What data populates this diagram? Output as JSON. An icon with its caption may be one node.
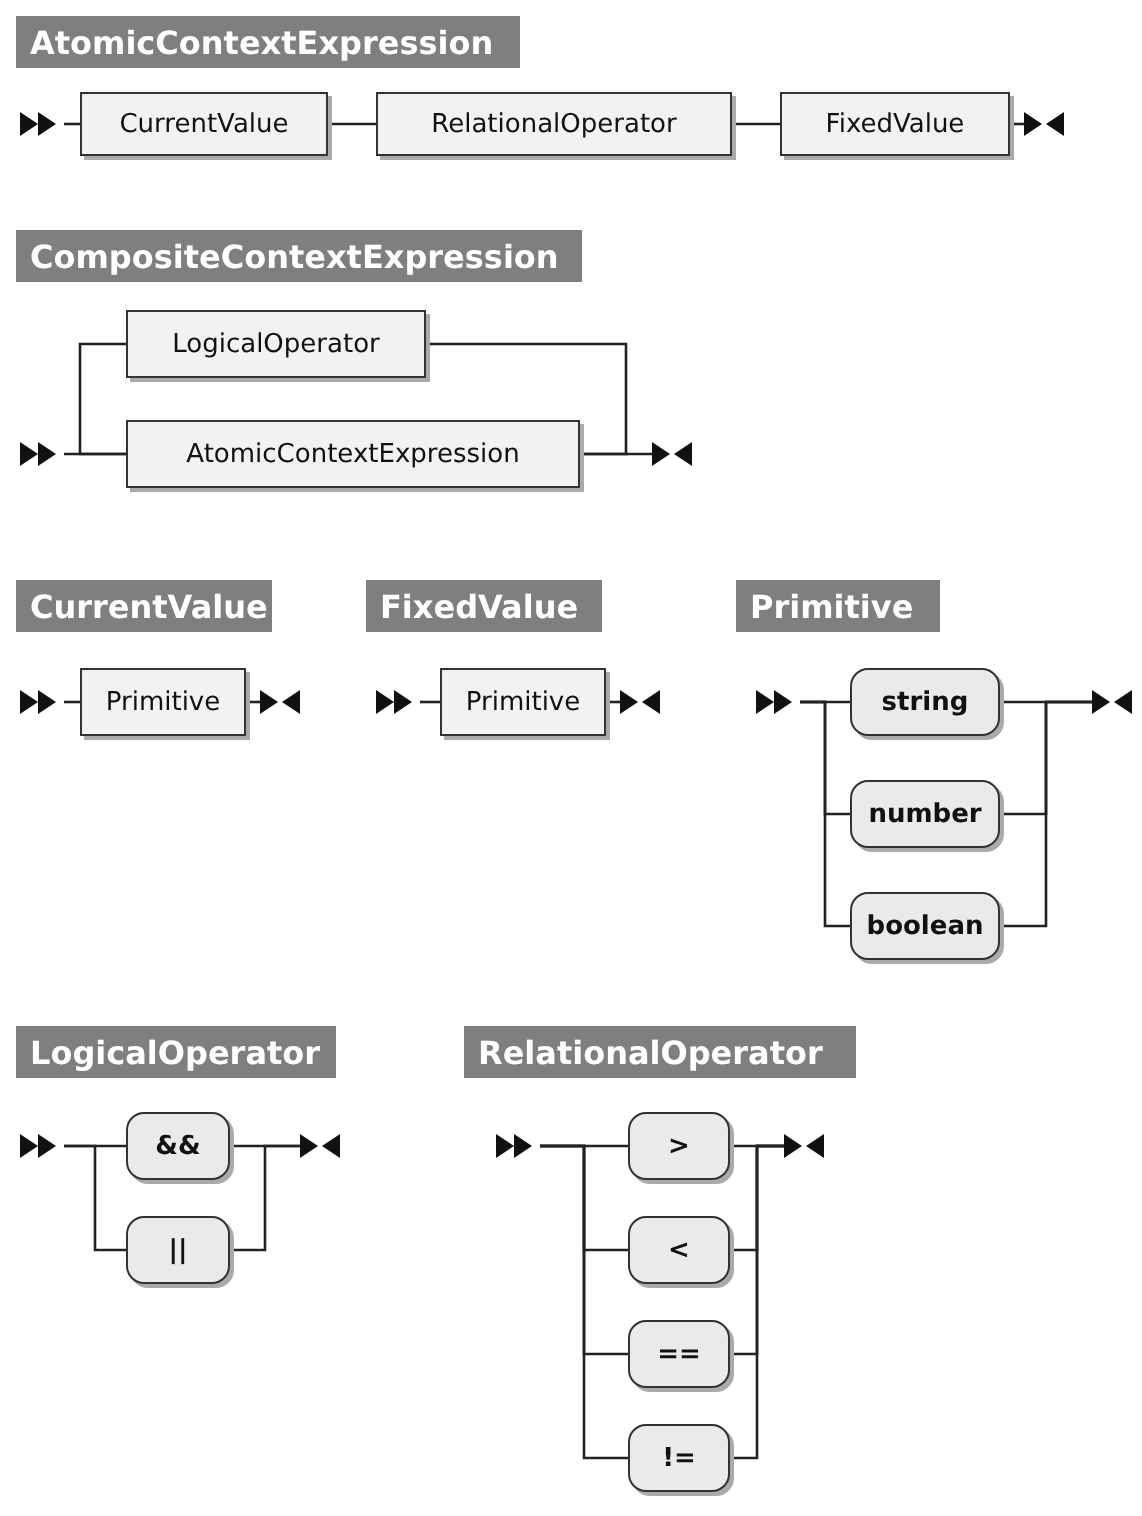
{
  "diagram": {
    "nodes": [
      {
        "text": [
          "AtomicContextExpression"
        ]
      },
      {
        "text": [],
        "shape": "triangle"
      },
      {
        "text": [
          "CurrentValue"
        ]
      },
      {
        "text": [
          "RelationalOperator"
        ]
      },
      {
        "text": [
          "FixedValue"
        ]
      },
      {
        "text": [],
        "shape": "triangle"
      },
      {
        "text": [
          "CompositeContextExpression"
        ]
      },
      {
        "text": [],
        "shape": "triangle"
      },
      {
        "text": [
          "LogicalOperator"
        ]
      },
      {
        "text": [
          "AtomicContextExpression"
        ]
      },
      {
        "text": [],
        "shape": "triangle"
      },
      {
        "text": [
          "CurrentValue"
        ]
      },
      {
        "text": [],
        "shape": "triangle"
      },
      {
        "text": [
          "Primitive"
        ]
      },
      {
        "text": [],
        "shape": "triangle"
      },
      {
        "text": [
          "FixedValue"
        ]
      },
      {
        "text": [],
        "shape": "triangle"
      },
      {
        "text": [
          "Primitive"
        ]
      },
      {
        "text": [],
        "shape": "triangle"
      },
      {
        "text": [
          "Primitive"
        ]
      },
      {
        "text": [],
        "shape": "triangle"
      },
      {
        "text": [
          "string"
        ]
      },
      {
        "text": [
          "number"
        ]
      },
      {
        "text": [
          "boolean"
        ]
      },
      {
        "text": [],
        "shape": "triangle"
      },
      {
        "text": [
          "LogicalOperator"
        ]
      },
      {
        "text": [],
        "shape": "triangle"
      },
      {
        "text": [
          "&&"
        ]
      },
      {
        "text": [
          "||"
        ]
      },
      {
        "text": [],
        "shape": "triangle"
      },
      {
        "text": [
          "RelationalOperator"
        ]
      },
      {
        "text": [],
        "shape": "triangle"
      },
      {
        "text": [
          ">"
        ]
      },
      {
        "text": [
          "<"
        ]
      },
      {
        "text": [
          "=="
        ]
      },
      {
        "text": [
          "!="
        ]
      },
      {
        "text": [],
        "shape": "triangle"
      }
    ],
    "edges": [
      {
        "from": 1,
        "to": 2,
        "arrow": "none"
      },
      {
        "from": 2,
        "to": 3,
        "arrow": "none"
      },
      {
        "from": 3,
        "to": 4,
        "arrow": "none"
      },
      {
        "from": 4,
        "to": 5,
        "arrow": "none"
      },
      {
        "from": 7,
        "to": 9,
        "arrow": "none"
      },
      {
        "from": 9,
        "to": 10,
        "arrow": "none"
      },
      {
        "from": 9,
        "to": 8,
        "arrow": "none"
      },
      {
        "from": 8,
        "to": 9,
        "arrow": "none"
      },
      {
        "from": 12,
        "to": 13,
        "arrow": "none"
      },
      {
        "from": 13,
        "to": 14,
        "arrow": "none"
      },
      {
        "from": 16,
        "to": 17,
        "arrow": "none"
      },
      {
        "from": 17,
        "to": 18,
        "arrow": "none"
      },
      {
        "from": 20,
        "to": 21,
        "arrow": "none"
      },
      {
        "from": 20,
        "to": 22,
        "arrow": "none"
      },
      {
        "from": 20,
        "to": 23,
        "arrow": "none"
      },
      {
        "from": 21,
        "to": 24,
        "arrow": "none"
      },
      {
        "from": 22,
        "to": 24,
        "arrow": "none"
      },
      {
        "from": 23,
        "to": 24,
        "arrow": "none"
      },
      {
        "from": 26,
        "to": 27,
        "arrow": "none"
      },
      {
        "from": 26,
        "to": 28,
        "arrow": "none"
      },
      {
        "from": 27,
        "to": 29,
        "arrow": "none"
      },
      {
        "from": 28,
        "to": 29,
        "arrow": "none"
      },
      {
        "from": 31,
        "to": 32,
        "arrow": "none"
      },
      {
        "from": 31,
        "to": 33,
        "arrow": "none"
      },
      {
        "from": 31,
        "to": 34,
        "arrow": "none"
      },
      {
        "from": 31,
        "to": 35,
        "arrow": "none"
      },
      {
        "from": 32,
        "to": 36,
        "arrow": "none"
      },
      {
        "from": 33,
        "to": 36,
        "arrow": "none"
      },
      {
        "from": 34,
        "to": 36,
        "arrow": "none"
      },
      {
        "from": 35,
        "to": 36,
        "arrow": "none"
      }
    ]
  }
}
